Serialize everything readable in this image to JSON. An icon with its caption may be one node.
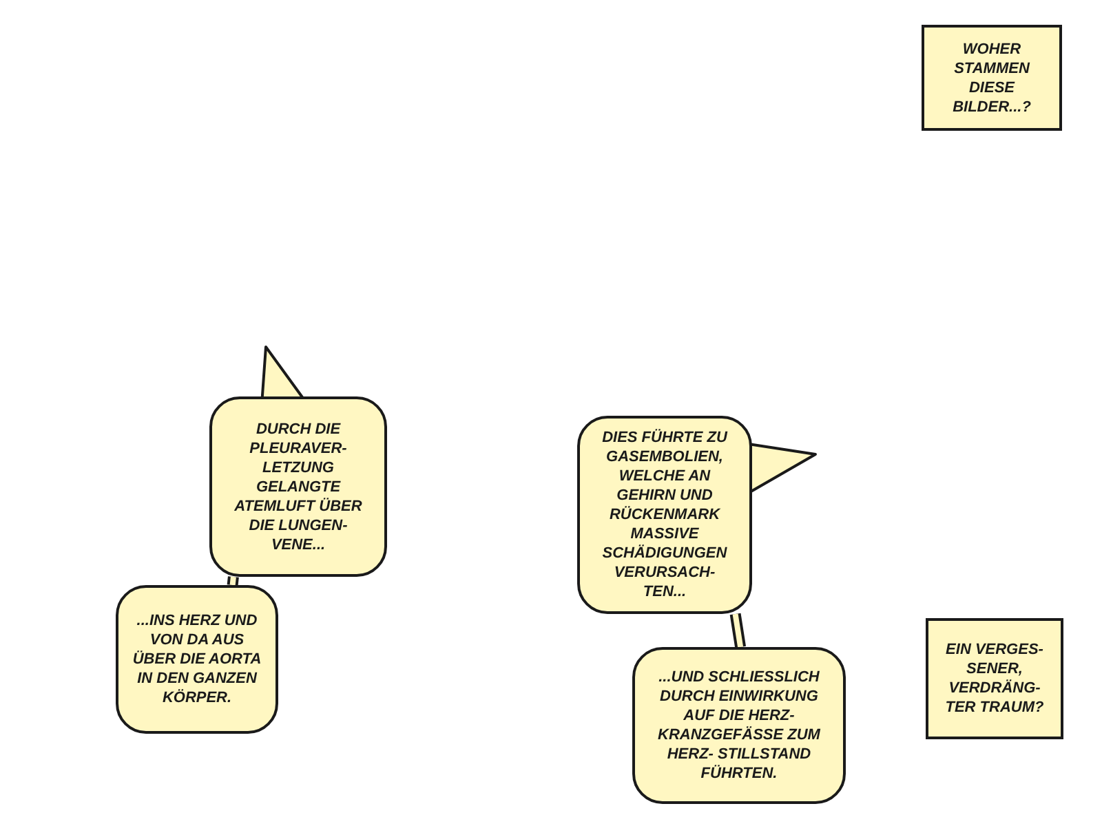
{
  "diagram": {
    "nodes": [
      {
        "text": [
          "WOHER STAMMEN DIESE BILDER...?"
        ]
      },
      {
        "text": [
          "DURCH DIE PLEURAVER- LETZUNG GELANGTE ATEMLUFT ÜBER DIE LUNGEN- VENE..."
        ]
      },
      {
        "text": [
          "...INS HERZ UND VON DA AUS ÜBER DIE AORTA IN DEN GANZEN KÖRPER."
        ]
      },
      {
        "text": [
          "DIES FÜHRTE ZU GASEMBOLIEN, WELCHE AN GEHIRN UND RÜCKENMARK MASSIVE SCHÄDIGUNGEN VERURSACH- TEN..."
        ]
      },
      {
        "text": [
          "...UND SCHLIESSLICH DURCH EINWIRKUNG AUF DIE HERZ- KRANZGEFÄSSE ZUM HERZ- STILLSTAND FÜHRTEN."
        ]
      },
      {
        "text": [
          "EIN VERGES- SENER, VERDRÄNG- TER TRAUM?"
        ]
      }
    ],
    "edges": [
      {
        "from": 1,
        "to": 2,
        "arrow": "none"
      },
      {
        "from": 3,
        "to": 4,
        "arrow": "none"
      }
    ]
  }
}
